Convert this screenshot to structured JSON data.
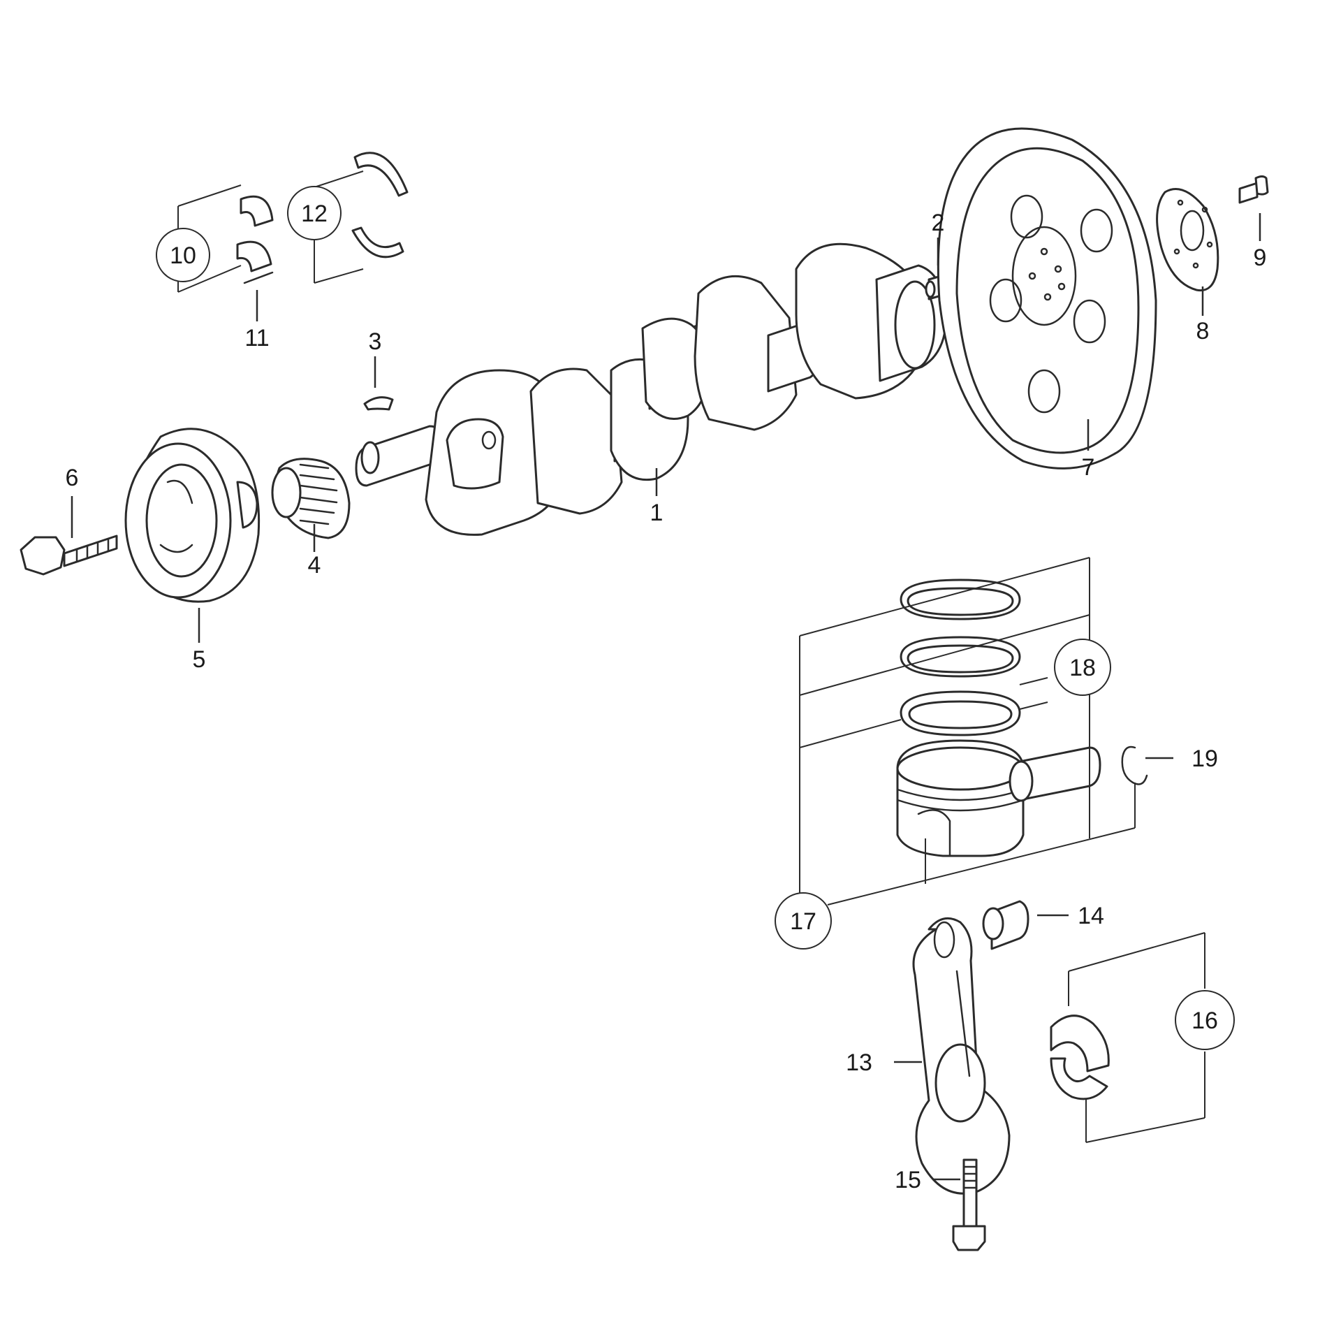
{
  "callouts": {
    "c1": "1",
    "c2": "2",
    "c3": "3",
    "c4": "4",
    "c5": "5",
    "c6": "6",
    "c7": "7",
    "c8": "8",
    "c9": "9",
    "c10": "10",
    "c11": "11",
    "c12": "12",
    "c13": "13",
    "c14": "14",
    "c15": "15",
    "c16": "16",
    "c17": "17",
    "c18": "18",
    "c19": "19"
  }
}
